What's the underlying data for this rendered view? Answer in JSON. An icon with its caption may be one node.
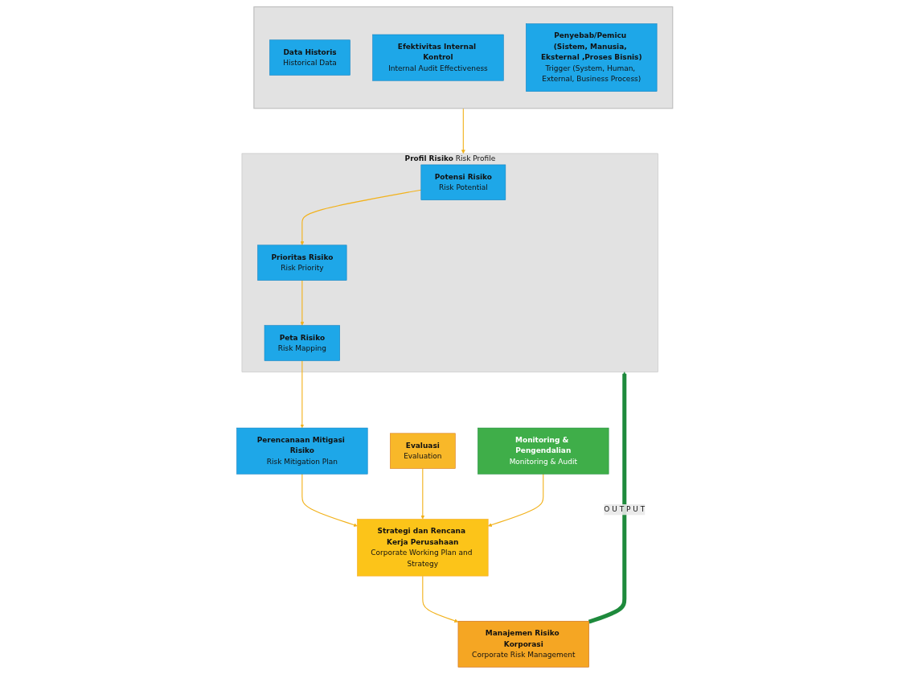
{
  "diagram": {
    "nodes": [
      {
        "text": [
          "Manajemen Risiko Korporasi",
          "Corporate Risk Management"
        ]
      },
      {
        "text": [
          "Profil Risiko",
          "Risk Profile"
        ]
      },
      {
        "text": [
          "Potensi Risiko",
          "Risk Potential"
        ],
        "in": 1
      },
      {
        "text": [
          "Prioritas Risiko",
          "Risk Priority"
        ],
        "in": 1
      },
      {
        "text": [
          "Peta Risiko",
          "Risk Mapping"
        ],
        "in": 1
      },
      {
        "text": [
          "Perencanaan Mitigasi Risiko",
          "Risk Mitigation Plan"
        ]
      },
      {
        "text": [],
        "shape": "box"
      },
      {
        "text": [
          "Data Historis",
          "Historical Data"
        ],
        "in": 6
      },
      {
        "text": [
          "Efektivitas Internal Kontrol",
          "Internal Audit Effectiveness"
        ],
        "in": 6
      },
      {
        "text": [
          "Penyebab/Pemicu (Sistem, Manusia, Eksternal ,Proses Bisnis)",
          "Trigger (System, Human, External, Business Process)"
        ],
        "in": 6
      },
      {
        "text": [
          "Strategi dan Rencana Kerja Perusahaan",
          "Corporate Working Plan and Strategy"
        ]
      },
      {
        "text": [
          "Evaluasi",
          "Evaluation"
        ]
      },
      {
        "text": [
          "Monitoring & Pengendalian",
          "Monitoring & Audit"
        ]
      }
    ],
    "edges": [
      {
        "from": 0,
        "to": 1,
        "arrow": "to",
        "label": "O U T P U T",
        "style": "thick",
        "color": "#1e8a3c"
      },
      {
        "from": 2,
        "to": 3,
        "arrow": "to"
      },
      {
        "from": 3,
        "to": 4,
        "arrow": "to"
      },
      {
        "from": 4,
        "to": 5,
        "arrow": "to"
      },
      {
        "from": 6,
        "to": 1,
        "arrow": "to"
      },
      {
        "from": 10,
        "to": 0,
        "arrow": "to"
      },
      {
        "from": 5,
        "to": 10,
        "arrow": "to"
      },
      {
        "from": 11,
        "to": 10,
        "arrow": "to"
      },
      {
        "from": 12,
        "to": 10,
        "arrow": "to"
      }
    ]
  }
}
